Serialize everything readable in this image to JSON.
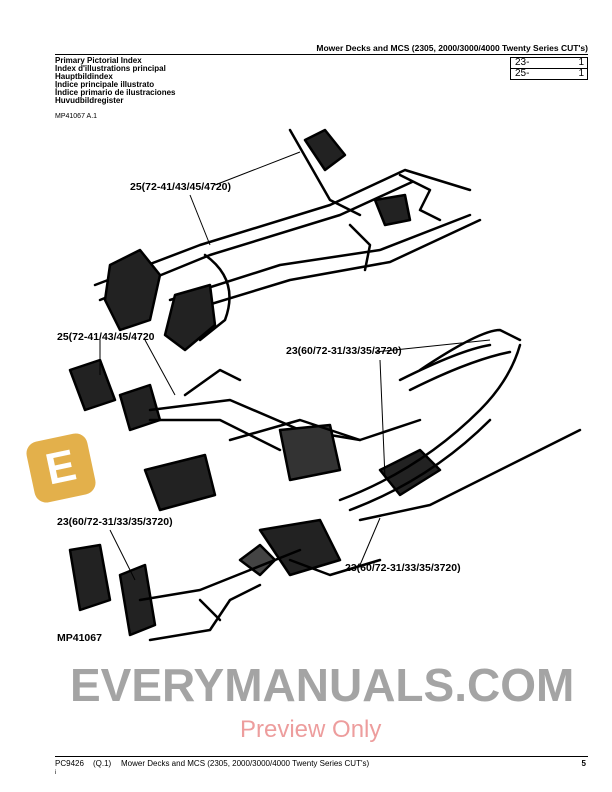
{
  "header": {
    "title": "Mower Decks and MCS (2305, 2000/3000/4000 Twenty Series CUT's)"
  },
  "index_titles": [
    "Primary Pictorial Index",
    "Index d'illustrations principal",
    "Hauptbildindex",
    "Indice principale illustrato",
    "Índice primario de ilustraciones",
    "Huvudbildregister"
  ],
  "reference_box": [
    {
      "group": "23-",
      "page": "1"
    },
    {
      "group": "25-",
      "page": "1"
    }
  ],
  "figure_ref": "MP41067 A.1",
  "callouts": [
    "25(72-41/43/45/4720)",
    "25(72-41/43/45/4720",
    "23(60/72-31/33/35/3720)",
    "23(60/72-31/33/35/3720)",
    "23(60/72-31/33/35/3720)"
  ],
  "figure_id": "MP41067",
  "watermark": {
    "text": "EVERYMANUALS.COM",
    "overlay": "Preview Only",
    "logo_letter": "E",
    "logo_color": "#e0a838"
  },
  "footer": {
    "doc_id": "PC9426",
    "revision": "(Q.1)",
    "title": "Mower Decks and MCS (2305, 2000/3000/4000 Twenty Series CUT's)",
    "page": "5",
    "sub": "i"
  }
}
